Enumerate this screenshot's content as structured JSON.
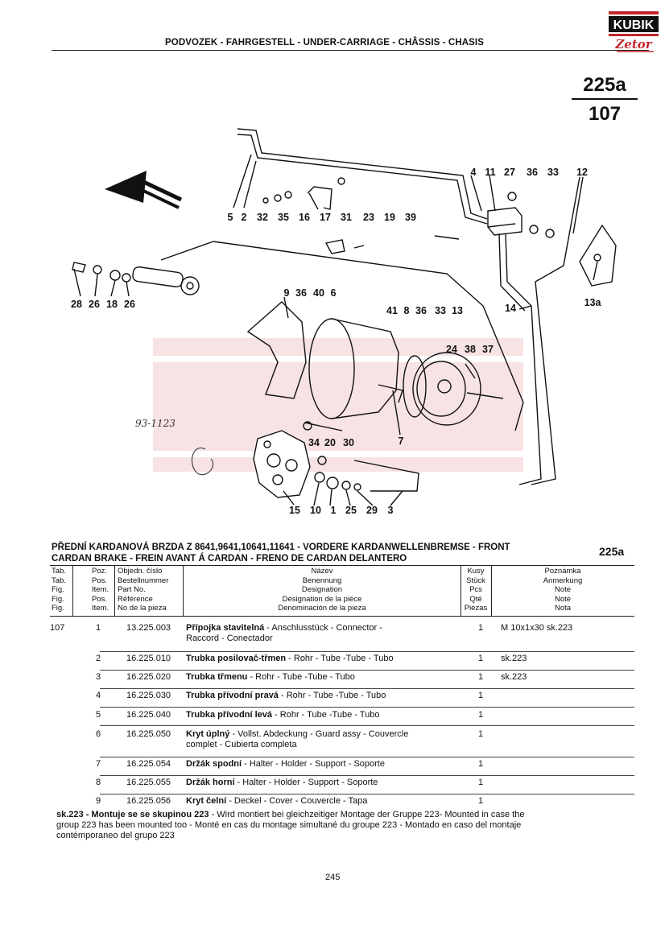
{
  "header": {
    "title": "PODVOZEK - FAHRGESTELL - UNDER-CARRIAGE - CHÂSSIS - CHASIS",
    "logo_top": "KUBIK",
    "logo_bottom": "Zetor"
  },
  "page_code": {
    "top": "225a",
    "bottom": "107"
  },
  "callouts": [
    "4",
    "11",
    "27",
    "36",
    "33",
    "12",
    "5",
    "2",
    "32",
    "35",
    "16",
    "17",
    "31",
    "23",
    "19",
    "39",
    "28",
    "26",
    "18",
    "26",
    "9",
    "36",
    "40",
    "6",
    "13a",
    "14",
    "41",
    "8",
    "36",
    "33",
    "13",
    "24",
    "38",
    "37",
    "7",
    "34",
    "20",
    "30",
    "15",
    "10",
    "1",
    "25",
    "29",
    "3"
  ],
  "handwritten_note": "93-1123",
  "section": {
    "title_line1": "PŘEDNÍ KARDANOVÁ BRZDA Z 8641,9641,10641,11641 - VORDERE KARDANWELLENBREMSE - FRONT",
    "title_line2": "CARDAN BRAKE - FREIN AVANT Á CARDAN - FRENO DE CARDAN DELANTERO",
    "code": "225a"
  },
  "columns": {
    "fig": [
      "Tab.",
      "Tab.",
      "Fig.",
      "Fig.",
      "Fig."
    ],
    "pos": [
      "Poz.",
      "Pos.",
      "Item.",
      "Pos.",
      "Item."
    ],
    "num": [
      "Objedn. číslo",
      "Bestellnummer",
      "Part No.",
      "Référence",
      "No de la pieza"
    ],
    "desc": [
      "Název",
      "Benennung",
      "Designation",
      "Désignation de la piéce",
      "Denominación de la pieza"
    ],
    "qty": [
      "Kusy",
      "Stück",
      "Pcs",
      "Qté",
      "Piezas"
    ],
    "note": [
      "Poznámka",
      "Anmerkung",
      "Note",
      "Note",
      "Nota"
    ]
  },
  "rows": [
    {
      "fig": "107",
      "pos": "1",
      "num": "13.225.003",
      "name": "Přípojka stavitelná",
      "desc": " - Anschlusstück - Connector -",
      "desc2": "Raccord - Conectador",
      "qty": "1",
      "note": "M 10x1x30  sk.223"
    },
    {
      "fig": "",
      "pos": "2",
      "num": "16.225.010",
      "name": "Trubka posilovač-třmen",
      "desc": " -  Rohr - Tube -Tube - Tubo",
      "desc2": "",
      "qty": "1",
      "note": "sk.223"
    },
    {
      "fig": "",
      "pos": "3",
      "num": "16.225.020",
      "name": "Trubka třmenu",
      "desc": " -  Rohr - Tube -Tube - Tubo",
      "desc2": "",
      "qty": "1",
      "note": "sk.223"
    },
    {
      "fig": "",
      "pos": "4",
      "num": "16.225.030",
      "name": "Trubka přívodní pravá",
      "desc": " -  Rohr - Tube -Tube - Tubo",
      "desc2": "",
      "qty": "1",
      "note": ""
    },
    {
      "fig": "",
      "pos": "5",
      "num": "16.225.040",
      "name": "Trubka přívodní levá",
      "desc": " -  Rohr - Tube -Tube - Tubo",
      "desc2": "",
      "qty": "1",
      "note": ""
    },
    {
      "fig": "",
      "pos": "6",
      "num": "16.225.050",
      "name": "Kryt úplný",
      "desc": " - Vollst. Abdeckung - Guard assy - Couvercle",
      "desc2": "complet - Cubierta completa",
      "qty": "1",
      "note": ""
    },
    {
      "fig": "",
      "pos": "7",
      "num": "16.225.054",
      "name": "Držák spodní",
      "desc": " - Halter - Holder - Support - Soporte",
      "desc2": "",
      "qty": "1",
      "note": ""
    },
    {
      "fig": "",
      "pos": "8",
      "num": "16.225.055",
      "name": "Držák horní",
      "desc": " - Halter - Holder - Support - Soporte",
      "desc2": "",
      "qty": "1",
      "note": ""
    },
    {
      "fig": "",
      "pos": "9",
      "num": "16.225.056",
      "name": "Kryt čelní",
      "desc": " - Deckel - Cover - Couvercle - Tapa",
      "desc2": "",
      "qty": "1",
      "note": ""
    }
  ],
  "footnote": {
    "line1_bold": "sk.223 - Montuje se se skupinou 223",
    "line1": " - Wird montiert bei gleichzeitiger Montage der Gruppe 223- Mounted in case the",
    "line2": "group 223 has been mounted too - Monté en cas du montage simultané du groupe 223 - Montado en caso del montaje",
    "line3": "contémporaneo del grupo 223"
  },
  "page_number": "245",
  "colors": {
    "ink": "#111111",
    "logo_red": "#c0262c",
    "watermark": "#c0262c"
  }
}
